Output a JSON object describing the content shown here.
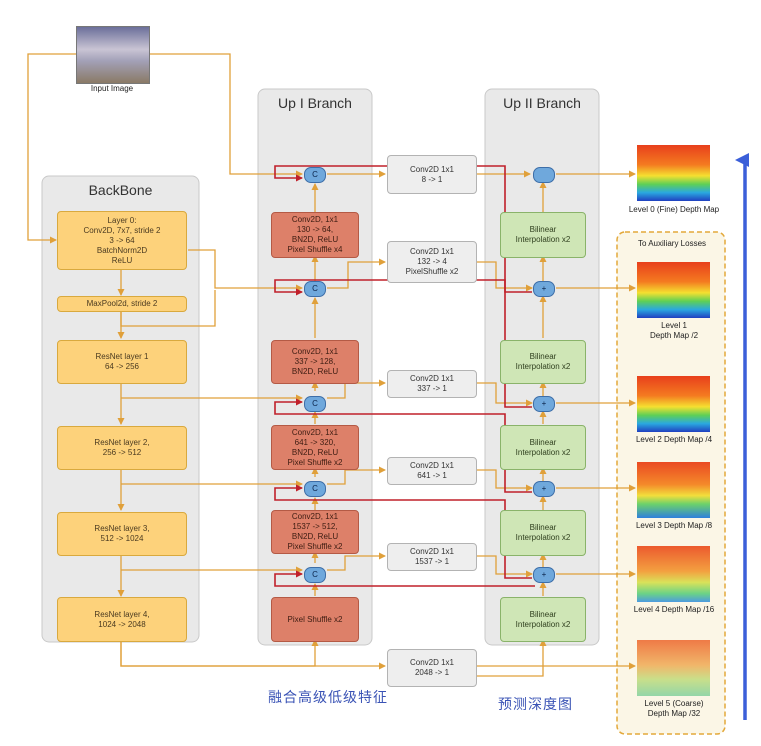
{
  "input_image": {
    "label": "Input Image"
  },
  "panels": {
    "backbone": "BackBone",
    "up1": "Up I Branch",
    "up2": "Up II Branch"
  },
  "backbone_blocks": [
    "Layer 0:\nConv2D, 7x7, stride 2\n3 -> 64\nBatchNorm2D\nReLU",
    "MaxPool2d, stride 2",
    "ResNet layer 1\n64 -> 256",
    "ResNet layer 2,\n256 -> 512",
    "ResNet layer 3,\n512 -> 1024",
    "ResNet layer 4,\n1024 -> 2048"
  ],
  "up1_blocks": [
    "Conv2D, 1x1\n130 -> 64,\nBN2D, ReLU\nPixel Shuffle x4",
    "Conv2D, 1x1\n337 -> 128,\nBN2D, ReLU",
    "Conv2D, 1x1\n641 -> 320,\nBN2D, ReLU\nPixel Shuffle x2",
    "Conv2D, 1x1\n1537 -> 512,\nBN2D, ReLU\nPixel Shuffle x2",
    "Pixel Shuffle x2"
  ],
  "mid_blocks": [
    "Conv2D 1x1\n8 -> 1",
    "Conv2D 1x1\n132 -> 4\nPixelShuffle x2",
    "Conv2D 1x1\n337 -> 1",
    "Conv2D 1x1\n641 -> 1",
    "Conv2D 1x1\n1537 -> 1",
    "Conv2D 1x1\n2048 -> 1"
  ],
  "up2_blocks": [
    "Bilinear\nInterpolation x2",
    "Bilinear\nInterpolation x2",
    "Bilinear\nInterpolation x2",
    "Bilinear\nInterpolation x2",
    "Bilinear\nInterpolation x2"
  ],
  "nodes": {
    "concat": "C",
    "add": "+"
  },
  "aux_title": "To Auxiliary Losses",
  "depth_maps": [
    "Level 0 (Fine) Depth Map",
    "Level 1\nDepth Map /2",
    "Level 2 Depth Map /4",
    "Level 3 Depth Map /8",
    "Level 4 Depth Map /16",
    "Level 5 (Coarse)\nDepth Map /32"
  ],
  "annotations": {
    "fuse": "融合高级低级特征",
    "predict": "预测深度图"
  },
  "colors": {
    "arrow": "#e0a03a",
    "feedback": "#c0202a",
    "node": "#6fa8dc",
    "upward_arrow": "#3b5fd9"
  }
}
